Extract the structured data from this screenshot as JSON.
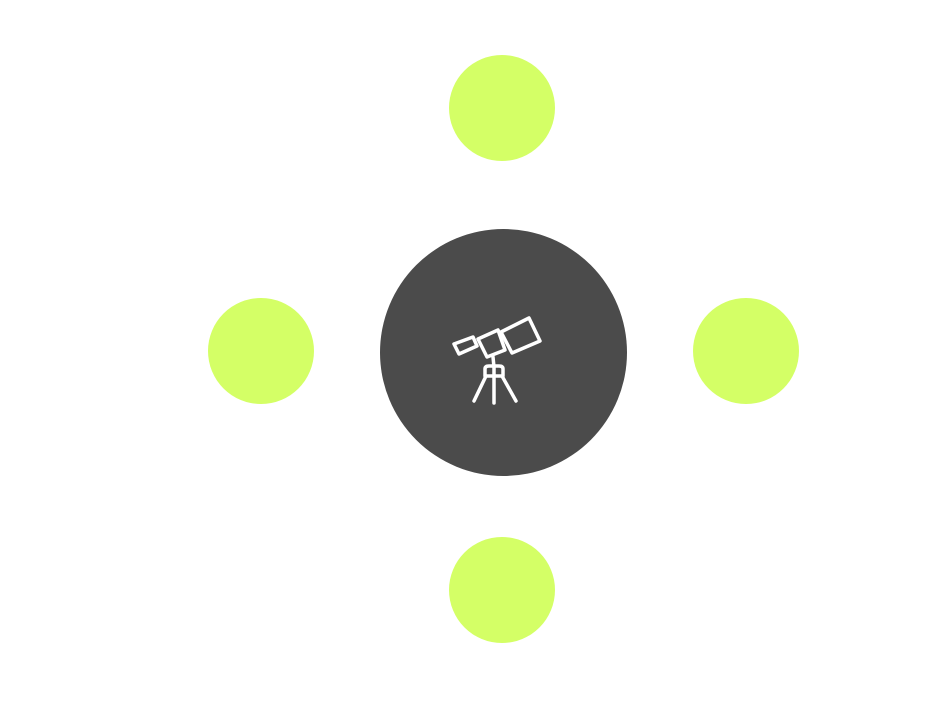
{
  "diagram": {
    "hub": {
      "icon": "telescope-icon",
      "color": "#4b4b4b",
      "icon_color": "#ffffff"
    },
    "satellites": [
      {
        "id": "top",
        "color": "#d4ff66"
      },
      {
        "id": "left",
        "color": "#d4ff66"
      },
      {
        "id": "right",
        "color": "#d4ff66"
      },
      {
        "id": "bottom",
        "color": "#d4ff66"
      }
    ],
    "background": "#ffffff"
  }
}
